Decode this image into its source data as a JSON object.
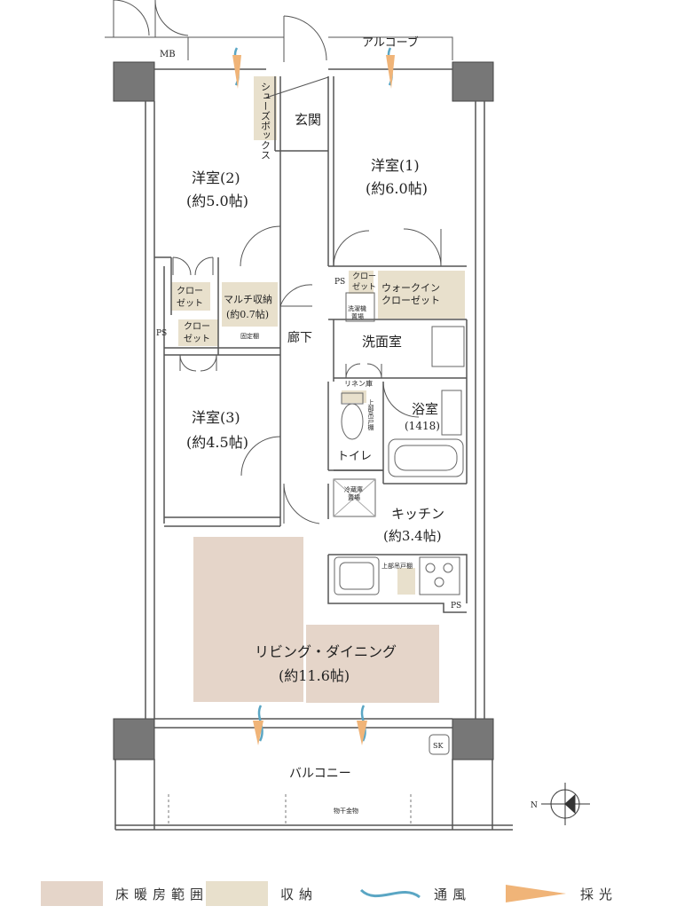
{
  "colors": {
    "floor_heating": "#e5d5c9",
    "storage": "#e8e0cc",
    "wall": "#666666",
    "line": "#555555",
    "wind": "#5aa6c4",
    "light": "#f0b478"
  },
  "labels": {
    "alcove": "アルコーブ",
    "mb": "MB",
    "shoe_box": "シューズボックス",
    "entrance": "玄関",
    "bedroom1_name": "洋室(1)",
    "bedroom1_size": "(約6.0帖)",
    "bedroom2_name": "洋室(2)",
    "bedroom2_size": "(約5.0帖)",
    "bedroom3_name": "洋室(3)",
    "bedroom3_size": "(約4.5帖)",
    "closet_a": "クロー",
    "closet_b": "ゼット",
    "multi_storage_name": "マルチ収納",
    "multi_storage_size": "(約0.7帖)",
    "fixed_shelf": "固定棚",
    "ps": "PS",
    "walkin_a": "ウォークイン",
    "walkin_b": "クローゼット",
    "washer_a": "洗濯機",
    "washer_b": "置場",
    "corridor": "廊下",
    "washroom": "洗面室",
    "linen": "リネン庫",
    "upper_cabinet": "上部吊戸棚",
    "bathroom_name": "浴室",
    "bathroom_size": "(1418)",
    "toilet": "トイレ",
    "fridge_a": "冷蔵庫",
    "fridge_b": "置場",
    "kitchen_name": "キッチン",
    "kitchen_size": "(約3.4帖)",
    "living_name": "リビング・ダイニング",
    "living_size": "(約11.6帖)",
    "balcony": "バルコニー",
    "laundry_hanger": "物干金物",
    "sk": "SK",
    "north": "N"
  },
  "legend": [
    {
      "label": "床暖房範囲",
      "type": "floor_heating"
    },
    {
      "label": "収納",
      "type": "storage"
    },
    {
      "label": "通風",
      "type": "wind"
    },
    {
      "label": "採光",
      "type": "light"
    }
  ]
}
